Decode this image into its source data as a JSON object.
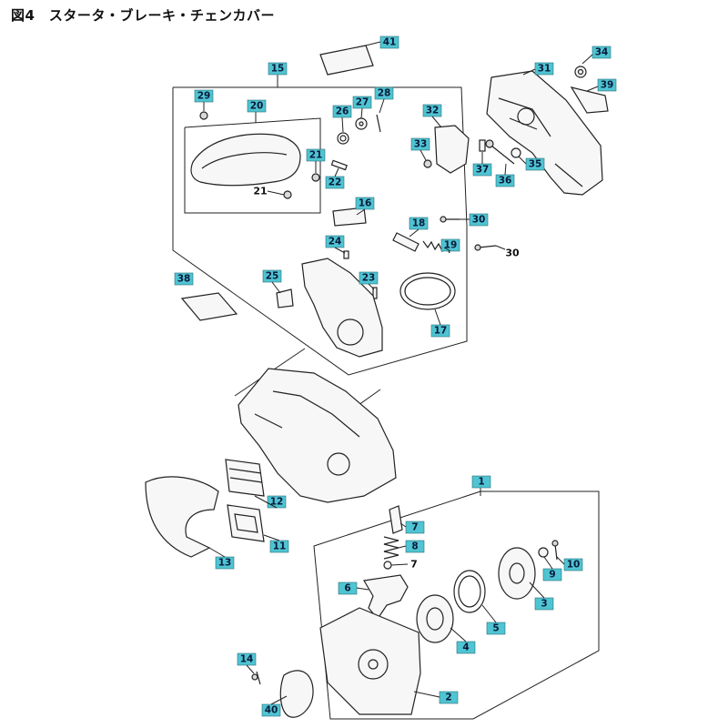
{
  "title": "図4　スタータ・ブレーキ・チェンカバー",
  "labels": {
    "p1": "1",
    "p2": "2",
    "p3": "3",
    "p4": "4",
    "p5": "5",
    "p6": "6",
    "p7": "7",
    "p7b": "7",
    "p8": "8",
    "p9": "9",
    "p10": "10",
    "p11": "11",
    "p12": "12",
    "p13": "13",
    "p14": "14",
    "p15": "15",
    "p16": "16",
    "p17": "17",
    "p18": "18",
    "p19": "19",
    "p20": "20",
    "p21a": "21",
    "p21b": "21",
    "p22": "22",
    "p23": "23",
    "p24": "24",
    "p25": "25",
    "p26": "26",
    "p27": "27",
    "p28": "28",
    "p29": "29",
    "p30a": "30",
    "p30b": "30",
    "p31": "31",
    "p32": "32",
    "p33": "33",
    "p34": "34",
    "p35": "35",
    "p36": "36",
    "p37": "37",
    "p38": "38",
    "p39": "39",
    "p40": "40",
    "p41": "41"
  },
  "colors": {
    "callout_fill": "#4fc4d2",
    "callout_text": "#0b1a3a",
    "line": "#222222"
  }
}
